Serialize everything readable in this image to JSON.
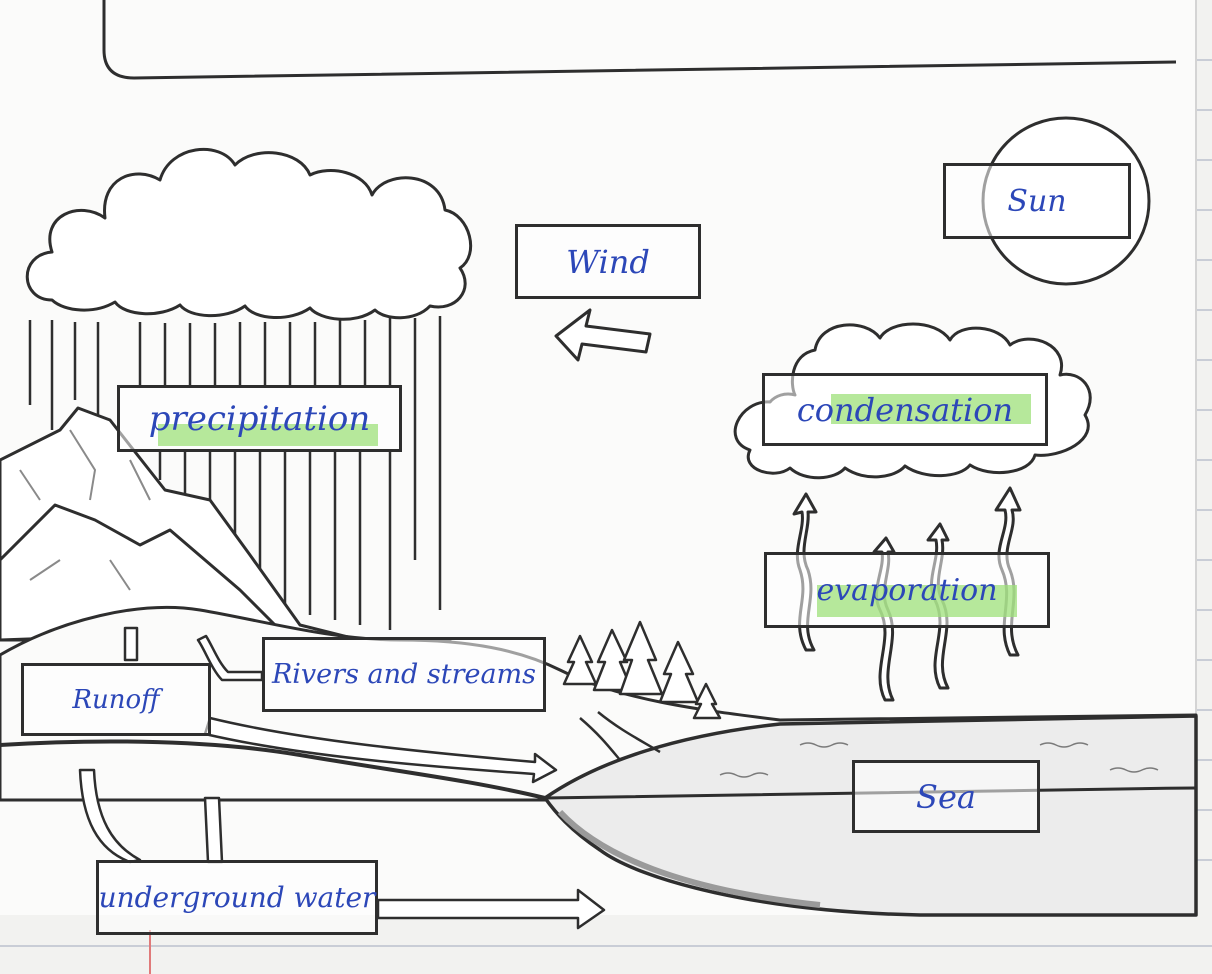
{
  "diagram": {
    "labels": {
      "sun": "Sun",
      "wind": "Wind",
      "condensation": "condensation",
      "precipitation": "precipitation",
      "evaporation": "evaporation",
      "rivers": "Rivers and streams",
      "runoff": "Runoff",
      "sea": "Sea",
      "underground": "underground water"
    },
    "highlighted": [
      "precipitation",
      "condensation",
      "evaporation"
    ],
    "colors": {
      "ink": "#2e2e2e",
      "handwriting": "#2c47b8",
      "highlighter": "#9ee07a",
      "paper": "#fbfbfa",
      "sea": "#ececec",
      "ruled_lines": "#c9cdd6",
      "margin_line": "#e07a7a"
    }
  }
}
